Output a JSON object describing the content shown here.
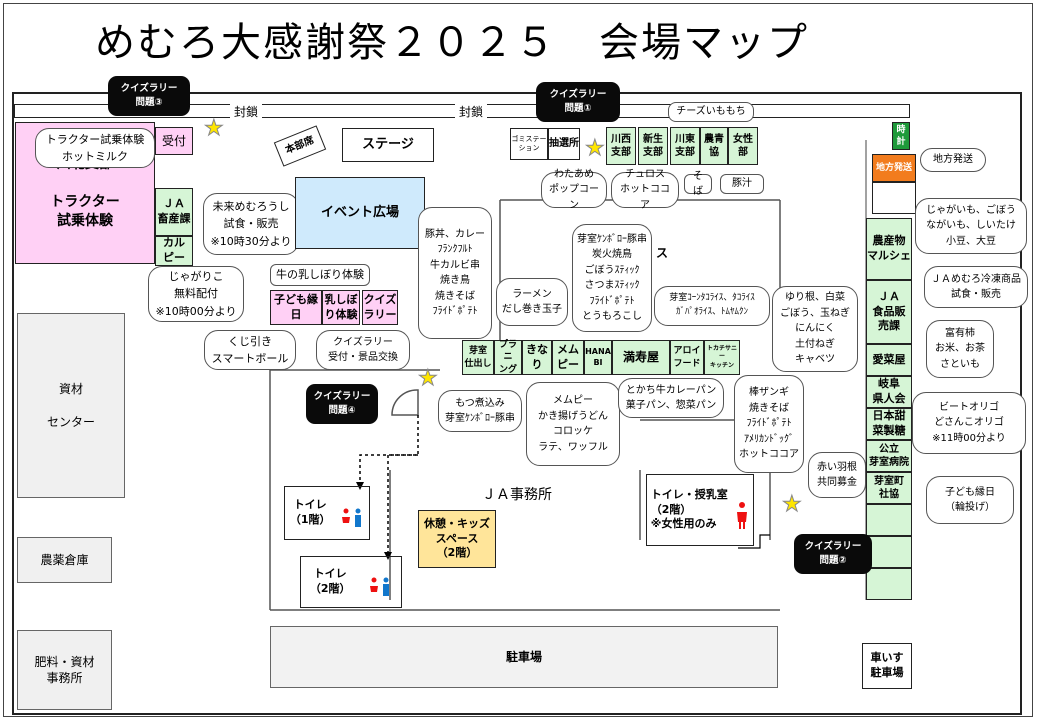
{
  "title": "めむろ大感謝祭２０２５　会場マップ",
  "colors": {
    "quiz": "#0a0a0a",
    "star": "#ffe600",
    "booth_green": "#d6f5d6",
    "booth_pink": "#ffd0f5",
    "event_blue": "#cfeafc",
    "kids_yellow": "#ffe59a",
    "chihou_orange": "#f27c1e",
    "clock_green": "#1e9a3a"
  },
  "road_labels": {
    "closed_left": "封鎖",
    "closed_right": "封鎖"
  },
  "quiz": {
    "q1": "クイズラリー\n問題①",
    "q2": "クイズラリー\n問題②",
    "q3": "クイズラリー\n問題③",
    "q4": "クイズラリー\n問題④"
  },
  "booths": {
    "uketsuke": "受付",
    "kawakita": "川北支部\n\nトラクター\n試乗体験",
    "ja_chikusan": "ＪＡ\n畜産課",
    "karupi": "カル\nピー",
    "kodomo_ennichi": "子ども縁日",
    "chichishibori": "乳しぼ\nり体験",
    "quiz_rally": "クイズ\nラリー",
    "honbu": "本部席",
    "stage": "ステージ",
    "event_hiroba": "イベント広場",
    "gomi": "ゴミステー\nション",
    "chusen": "抽選所",
    "kawanishi": "川西\n支部",
    "shinsei": "新生\n支部",
    "kawahigashi": "川東\n支部",
    "nousei": "農青\n協",
    "josei": "女性\n部",
    "mememuro_shitsu": "芽室\n仕出し",
    "planning": "プラニ\nング",
    "kinari": "きな\nり",
    "memupi": "メム\nピー",
    "hanabi": "HANA\nBI",
    "mansuya": "満寿屋",
    "alofood": "アロイ\nフード",
    "tokachi_kitchen": "トカチサニー\nキッチン",
    "nousanbutsu": "農産物\nマルシェ",
    "ja_shokuhin": "ＪＡ\n食品販\n売課",
    "aikouya": "愛菜屋",
    "gifu": "岐阜\n県人会",
    "nihon_tensai": "日本甜\n菜製糖",
    "koritsu_byoin": "公立\n芽室病院",
    "shakyo": "芽室町\n社協",
    "chihou_hassou": "地方発送",
    "tokei": "時\n計",
    "shizai": "資材\n\nセンター",
    "nouyaku": "農薬倉庫",
    "hiryo": "肥料・資材\n事務所",
    "ja_jimusho": "ＪＡ事務所",
    "kyukei": "休憩・キッズ\nスペース\n（2階）",
    "toilet1": "トイレ\n（1階）",
    "toilet2": "トイレ\n（2階）",
    "toilet_jyunyu": "トイレ・授乳室\n（2階）\n※女性用のみ",
    "chushajo": "駐車場",
    "kurumaisu": "車いす\n駐車場",
    "sukasu": "ス"
  },
  "callouts": {
    "tractor": "トラクター試乗体験\nホットミルク",
    "mirai": "未来めむろうし\n試食・販売\n※10時30分より",
    "jagariko": "じゃがりこ\n無料配付\n※10時00分より",
    "chichi_label": "牛の乳しぼり体験",
    "kujibiki": "くじ引き\nスマートボール",
    "quiz_koukan": "クイズラリー\n受付・景品交換",
    "butadon": "豚丼、カレー\nﾌﾗﾝｸﾌﾙﾄ\n牛カルビ串\n焼き鳥\n焼きそば\nﾌﾗｲﾄﾞﾎﾟﾃﾄ",
    "ramen": "ラーメン\nだし巻き玉子",
    "memuro_kushi": "芽室ｹﾝﾎﾞﾛｰ豚串\n炭火焼鳥\nごぼうｽﾃｨｯｸ\nさつまｽﾃｨｯｸ\nﾌﾗｲﾄﾞﾎﾟﾃﾄ\nとうもろこし",
    "korokke": "芽室ｺｰﾝﾀｺﾗｲｽ、ﾀｺﾗｲｽ\nｶﾞﾊﾟｵﾗｲｽ、ﾄﾑﾔﾑｸﾝ",
    "yuriine": "ゆり根、白菜\nごぼう、玉ねぎ\nにんにく\n土付ねぎ\nキャベツ",
    "motsu": "もつ煮込み\n芽室ｹﾝﾎﾞﾛｰ豚串",
    "memupi_menu": "メムピー\nかき揚げうどん\nコロッケ\nラテ、ワッフル",
    "tokachi_curry": "とかち牛カレーパン\n菓子パン、惣菜パン",
    "bou_zangi": "棒ザンギ\n焼きそば\nﾌﾗｲﾄﾞﾎﾟﾃﾄ\nｱﾒﾘｶﾝﾄﾞｯｸﾞ\nホットココア",
    "akai_hane": "赤い羽根\n共同募金",
    "cheese": "チーズいももち",
    "wataame": "わたあめ\nポップコーン",
    "churros": "チュロス\nホットココア",
    "soba": "そば",
    "tonjiru": "豚汁",
    "chihou_hassou": "地方発送",
    "jagaimo": "じゃがいも、ごぼう\nながいも、しいたけ\n小豆、大豆",
    "ja_memuro": "ＪＡめむろ冷凍商品\n試食・販売",
    "tomiyu": "富有柿\nお米、お茶\nさといも",
    "beet": "ビートオリゴ\nどさんこオリゴ\n※11時00分より",
    "kodomo_kubinage": "子ども縁日\n（輪投げ）"
  }
}
